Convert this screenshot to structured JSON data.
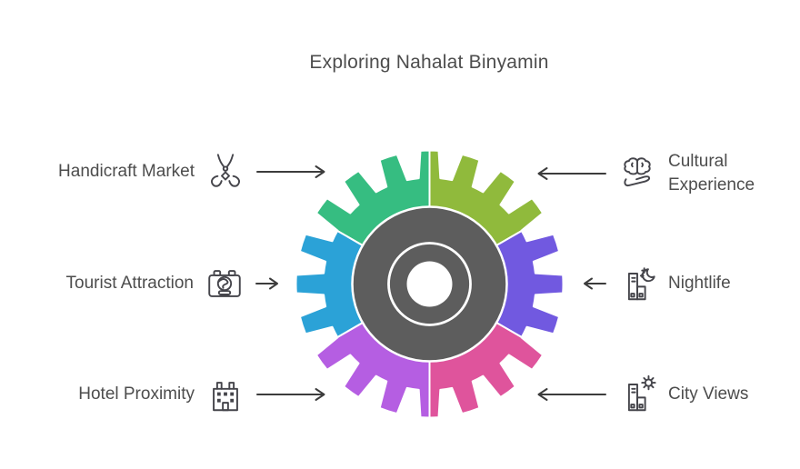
{
  "title": "Exploring Nahalat Binyamin",
  "diagram": {
    "center_shape": "gear",
    "hub_color": "#5d5d5d",
    "divider_color": "#ffffff",
    "segments": [
      {
        "id": "handicraft-market",
        "color": "#36bd81",
        "start_deg": 90,
        "end_deg": 150
      },
      {
        "id": "cultural-experience",
        "color": "#90ba3c",
        "start_deg": 30,
        "end_deg": 90
      },
      {
        "id": "nightlife",
        "color": "#7159e0",
        "start_deg": -30,
        "end_deg": 30
      },
      {
        "id": "city-views",
        "color": "#df549c",
        "start_deg": -90,
        "end_deg": -30
      },
      {
        "id": "hotel-proximity",
        "color": "#b55ee2",
        "start_deg": -150,
        "end_deg": -90
      },
      {
        "id": "tourist-attraction",
        "color": "#2ba2d7",
        "start_deg": 150,
        "end_deg": 210
      }
    ]
  },
  "items": {
    "left": [
      {
        "label": "Handicraft Market",
        "icon": "handicraft-market-icon",
        "arrow": "right-long"
      },
      {
        "label": "Tourist Attraction",
        "icon": "suitcase-globe-icon",
        "arrow": "right-short"
      },
      {
        "label": "Hotel Proximity",
        "icon": "hotel-building-icon",
        "arrow": "right-long"
      }
    ],
    "right": [
      {
        "label": "Cultural Experience",
        "icon": "brain-hand-icon",
        "arrow": "left-long"
      },
      {
        "label": "Nightlife",
        "icon": "building-moon-icon",
        "arrow": "left-short"
      },
      {
        "label": "City Views",
        "icon": "building-sun-icon",
        "arrow": "left-long"
      }
    ]
  },
  "colors": {
    "background": "#ffffff",
    "text": "#4d4d4d",
    "arrow": "#3c3c3c",
    "icon_stroke": "#45454b"
  }
}
